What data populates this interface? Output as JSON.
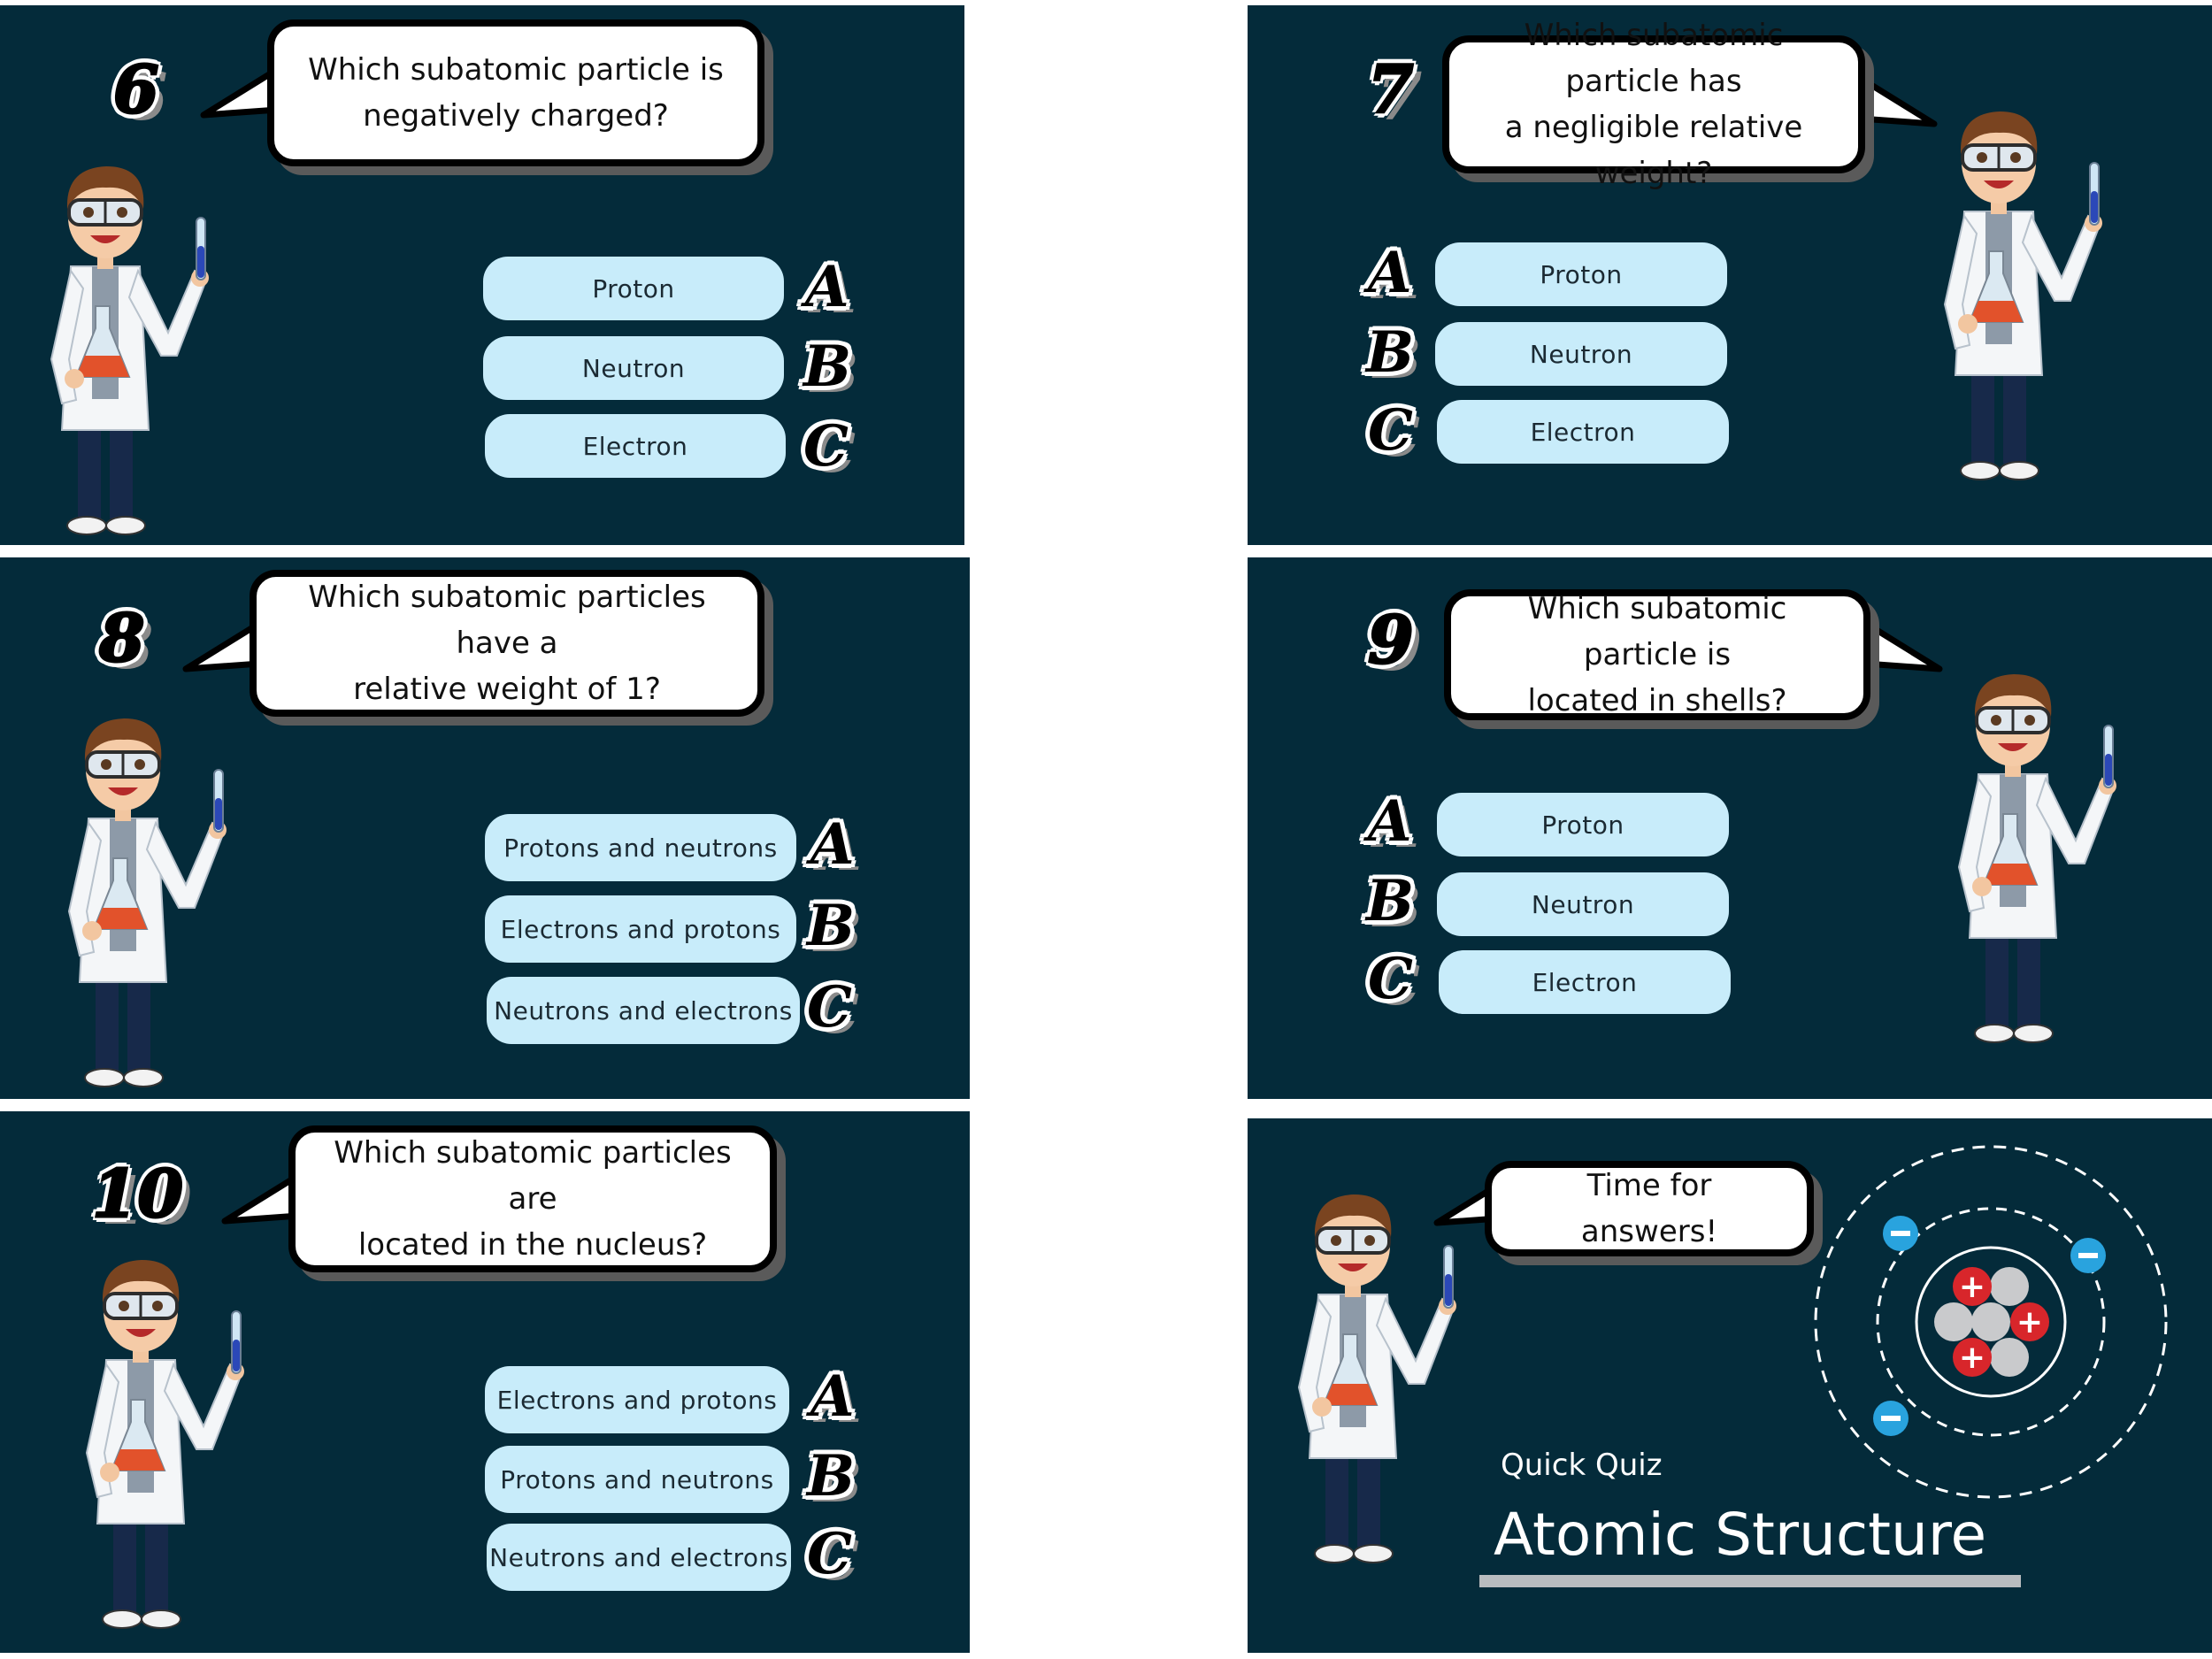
{
  "slides": [
    {
      "number": "6",
      "question": "Which subatomic particle is\nnegatively charged?",
      "options": [
        {
          "letter": "A",
          "label": "Proton"
        },
        {
          "letter": "B",
          "label": "Neutron"
        },
        {
          "letter": "C",
          "label": "Electron"
        }
      ]
    },
    {
      "number": "7",
      "question": "Which subatomic particle has\na negligible relative weight?",
      "options": [
        {
          "letter": "A",
          "label": "Proton"
        },
        {
          "letter": "B",
          "label": "Neutron"
        },
        {
          "letter": "C",
          "label": "Electron"
        }
      ]
    },
    {
      "number": "8",
      "question": "Which subatomic particles have a\nrelative weight of 1?",
      "options": [
        {
          "letter": "A",
          "label": "Protons and neutrons"
        },
        {
          "letter": "B",
          "label": "Electrons and protons"
        },
        {
          "letter": "C",
          "label": "Neutrons and electrons"
        }
      ]
    },
    {
      "number": "9",
      "question": "Which subatomic particle is\nlocated in shells?",
      "options": [
        {
          "letter": "A",
          "label": "Proton"
        },
        {
          "letter": "B",
          "label": "Neutron"
        },
        {
          "letter": "C",
          "label": "Electron"
        }
      ]
    },
    {
      "number": "10",
      "question": "Which subatomic particles are\nlocated in the nucleus?",
      "options": [
        {
          "letter": "A",
          "label": "Electrons and protons"
        },
        {
          "letter": "B",
          "label": "Protons and neutrons"
        },
        {
          "letter": "C",
          "label": "Neutrons and electrons"
        }
      ]
    }
  ],
  "answers_slide": {
    "speech": "Time for answers!",
    "subtitle": "Quick Quiz",
    "title": "Atomic Structure"
  },
  "colors": {
    "slide_bg": "#042b3a",
    "option_bg": "#c8ecfa",
    "proton": "#d8262b",
    "electron": "#29a3de",
    "neutron": "#c9cacc"
  }
}
